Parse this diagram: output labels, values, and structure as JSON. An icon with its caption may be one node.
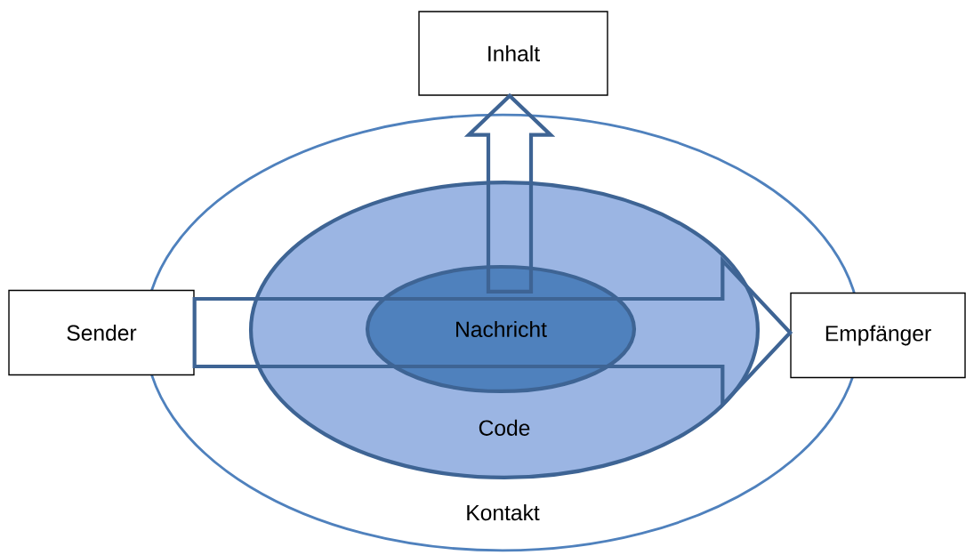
{
  "diagram": {
    "nodes": [
      {
        "text": [
          "Kontakt"
        ]
      },
      {
        "text": [
          "Code"
        ],
        "in": 0
      },
      {
        "text": [
          "Nachricht"
        ],
        "in": 1
      },
      {
        "text": [
          "Sender"
        ]
      },
      {
        "text": [
          "Empfänger"
        ]
      },
      {
        "text": [
          "Inhalt"
        ]
      }
    ],
    "edges": [
      {
        "from": 3,
        "to": 4,
        "arrow": "to"
      },
      {
        "from": 2,
        "to": 5,
        "arrow": "to"
      }
    ]
  }
}
